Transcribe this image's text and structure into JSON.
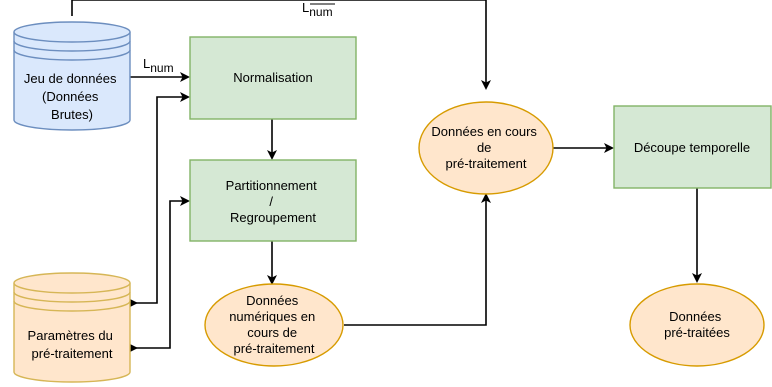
{
  "nodes": {
    "dataset": {
      "lines": [
        "Jeu de données",
        "(Données",
        "Brutes)"
      ]
    },
    "normalisation": {
      "lines": [
        "Normalisation"
      ]
    },
    "partition": {
      "lines": [
        "Partitionnement",
        "/",
        "Regroupement"
      ]
    },
    "params": {
      "lines": [
        "Paramètres du",
        "pré-traitement"
      ]
    },
    "numeric": {
      "lines": [
        "Données",
        "numériques en",
        "cours de",
        "pré-traitement"
      ]
    },
    "in_progress": {
      "lines": [
        "Données en cours",
        "de",
        "pré-traitement"
      ]
    },
    "decoupe": {
      "lines": [
        "Découpe temporelle"
      ]
    },
    "final": {
      "lines": [
        "Données",
        "pré-traitées"
      ]
    }
  },
  "edge_labels": {
    "lnum_base": "L",
    "lnum_sub": "num",
    "lnumbar_base": "L",
    "lnumbar_sub": "num"
  },
  "colors": {
    "process_fill": "#d5e8d4",
    "process_stroke": "#82b366",
    "blue_fill": "#dae8fc",
    "blue_stroke": "#6c8ebf",
    "orange_fill": "#ffe6cc",
    "orange_stroke": "#d79b00",
    "yellow_fill": "#ffe6cc",
    "yellow_stroke": "#d6b656"
  }
}
